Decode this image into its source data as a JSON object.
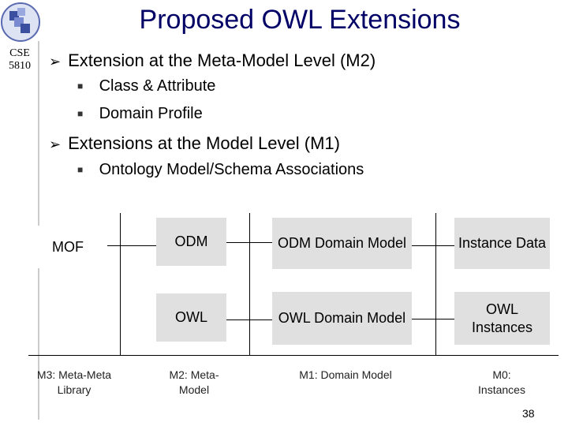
{
  "slide": {
    "title": "Proposed OWL Extensions",
    "course": "CSE 5810",
    "page_number": "38"
  },
  "bullets": [
    {
      "text": "Extension at the Meta-Model Level (M2)",
      "sub": [
        "Class & Attribute",
        "Domain Profile"
      ]
    },
    {
      "text": "Extensions at the Model Level (M1)",
      "sub": [
        "Ontology Model/Schema Associations"
      ]
    }
  ],
  "diagram": {
    "boxes": {
      "mof": "MOF",
      "odm": "ODM",
      "owl": "OWL",
      "odm_domain": "ODM Domain Model",
      "owl_domain": "OWL Domain Model",
      "instance_data": "Instance Data",
      "owl_instances": "OWL Instances"
    },
    "levels": {
      "m3": "M3: Meta-Meta Library",
      "m2": "M2: Meta-Model",
      "m1": "M1: Domain Model",
      "m0": "M0: Instances"
    }
  },
  "colors": {
    "title": "#000066",
    "box_fill": "#e0e0e0"
  },
  "icons": {
    "bullet_l1": "arrow-bullet-icon",
    "bullet_l2": "square-bullet-icon"
  }
}
